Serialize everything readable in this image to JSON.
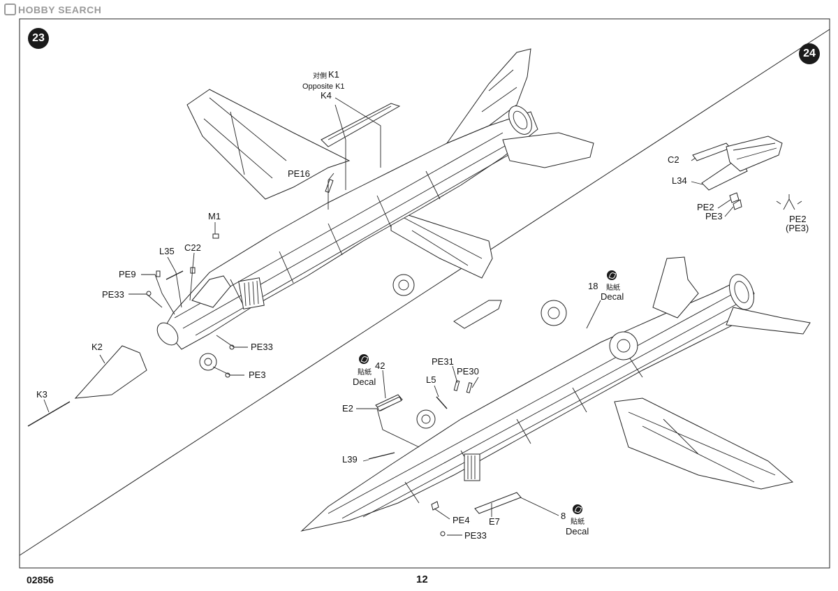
{
  "watermark": {
    "text": "HOBBY SEARCH"
  },
  "steps": {
    "left": "23",
    "right": "24"
  },
  "step23": {
    "labels": {
      "opposite_cn": "对側",
      "k1": "K1",
      "opposite_k1": "Opposite K1",
      "k4": "K4",
      "pe16": "PE16",
      "m1": "M1",
      "l35": "L35",
      "c22": "C22",
      "pe9": "PE9",
      "pe33_left": "PE33",
      "pe33_right": "PE33",
      "k2": "K2",
      "k3": "K3",
      "pe3": "PE3"
    }
  },
  "step24": {
    "labels": {
      "c2": "C2",
      "l34": "L34",
      "pe2": "PE2",
      "pe3": "PE3",
      "pe2_alt": "PE2",
      "pe3_alt": "(PE3)",
      "n18": "18",
      "decal_cn_18": "貼紙",
      "decal_18": "Decal",
      "n42": "42",
      "decal_cn_42": "貼紙",
      "decal_42": "Decal",
      "pe31": "PE31",
      "pe30": "PE30",
      "l5": "L5",
      "e2": "E2",
      "l39": "L39",
      "pe4": "PE4",
      "e7": "E7",
      "pe33": "PE33",
      "n8": "8",
      "decal_cn_8": "貼紙",
      "decal_8": "Decal"
    }
  },
  "footer": {
    "code": "02856",
    "page": "12"
  }
}
